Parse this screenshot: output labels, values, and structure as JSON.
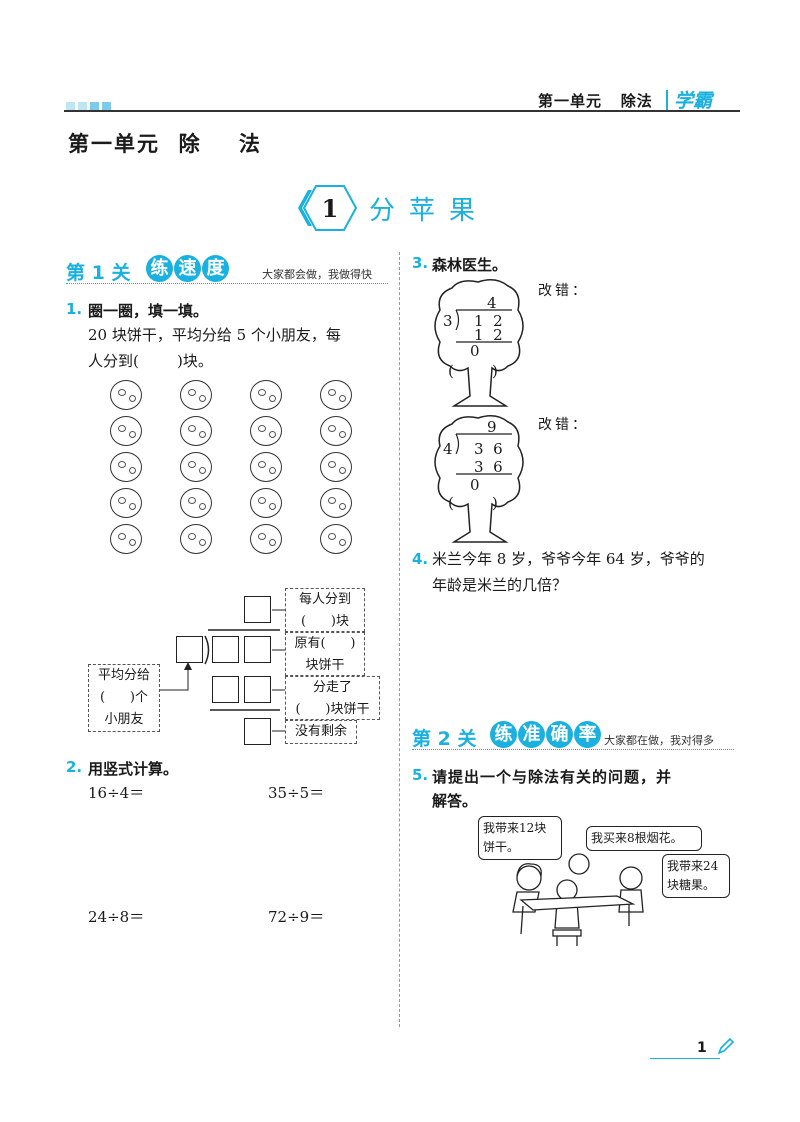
{
  "header": {
    "unit": "第一单元",
    "topic": "除法",
    "logo": "学霸"
  },
  "unit_title": "第一单元  除    法",
  "lesson": {
    "number": "1",
    "title": "分苹果"
  },
  "level1": {
    "prefix": "第",
    "num": "1",
    "suffix": "关",
    "tag": [
      "练",
      "速",
      "度"
    ],
    "motto": "大家都会做，我做得快"
  },
  "level2": {
    "prefix": "第",
    "num": "2",
    "suffix": "关",
    "tag": [
      "练",
      "准",
      "确",
      "率"
    ],
    "motto": "大家都在做，我对得多"
  },
  "q1": {
    "num": "1.",
    "title": "圈一圈，填一填。",
    "line1": "20 块饼干，平均分给 5 个小朋友，每",
    "line2": "人分到(        )块。",
    "boxes": {
      "each_a": "每人分到",
      "each_b": "(      )块",
      "orig_a": "原有(      )",
      "orig_b": "块饼干",
      "kids_a": "平均分给",
      "kids_b": "(      )个",
      "kids_c": "小朋友",
      "taken_a": "分走了",
      "taken_b": "(      )块饼干",
      "remain": "没有剩余"
    }
  },
  "q2": {
    "num": "2.",
    "title": "用竖式计算。",
    "items": [
      "16÷4＝",
      "35÷5＝",
      "24÷8＝",
      "72÷9＝"
    ]
  },
  "q3": {
    "num": "3.",
    "title": "森林医生。",
    "correct_label": "改错：",
    "tree1": {
      "divisor": "3",
      "quotient": "4",
      "dividend": "1  2",
      "product": "1  2",
      "remainder": "0",
      "bottom": "(        )"
    },
    "tree2": {
      "divisor": "4",
      "quotient": "9",
      "dividend": "3  6",
      "product": "3  6",
      "remainder": "0",
      "bottom": "(        )"
    }
  },
  "q4": {
    "num": "4.",
    "line1": "米兰今年 8 岁，爷爷今年 64 岁，爷爷的",
    "line2": "年龄是米兰的几倍？"
  },
  "q5": {
    "num": "5.",
    "line1": "请提出一个与除法有关的问题，并",
    "line2": "解答。",
    "bubble1": "我带来12块饼干。",
    "bubble2": "我买来8根烟花。",
    "bubble3": "我带来24块糖果。"
  },
  "page_number": "1"
}
